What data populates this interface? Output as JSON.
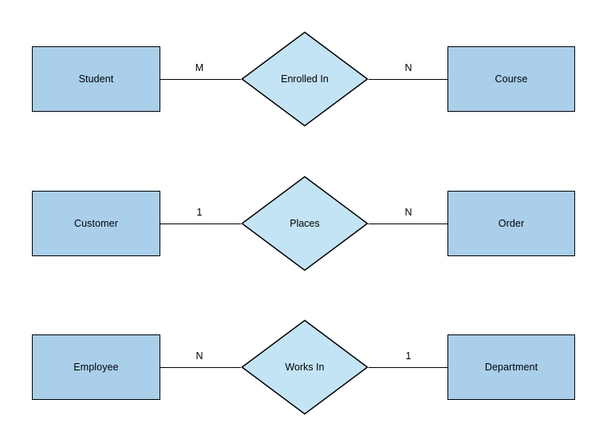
{
  "diagram": {
    "type": "entity-relationship-diagram",
    "background_color": "#ffffff",
    "entity_fill_color": "#a9cfeb",
    "relationship_fill_color": "#c3e4f5",
    "stroke_color": "#000000",
    "rows": [
      {
        "left_entity": "Student",
        "left_cardinality": "M",
        "relationship": "Enrolled In",
        "right_cardinality": "N",
        "right_entity": "Course"
      },
      {
        "left_entity": "Customer",
        "left_cardinality": "1",
        "relationship": "Places",
        "right_cardinality": "N",
        "right_entity": "Order"
      },
      {
        "left_entity": "Employee",
        "left_cardinality": "N",
        "relationship": "Works In",
        "right_cardinality": "1",
        "right_entity": "Department"
      }
    ]
  }
}
